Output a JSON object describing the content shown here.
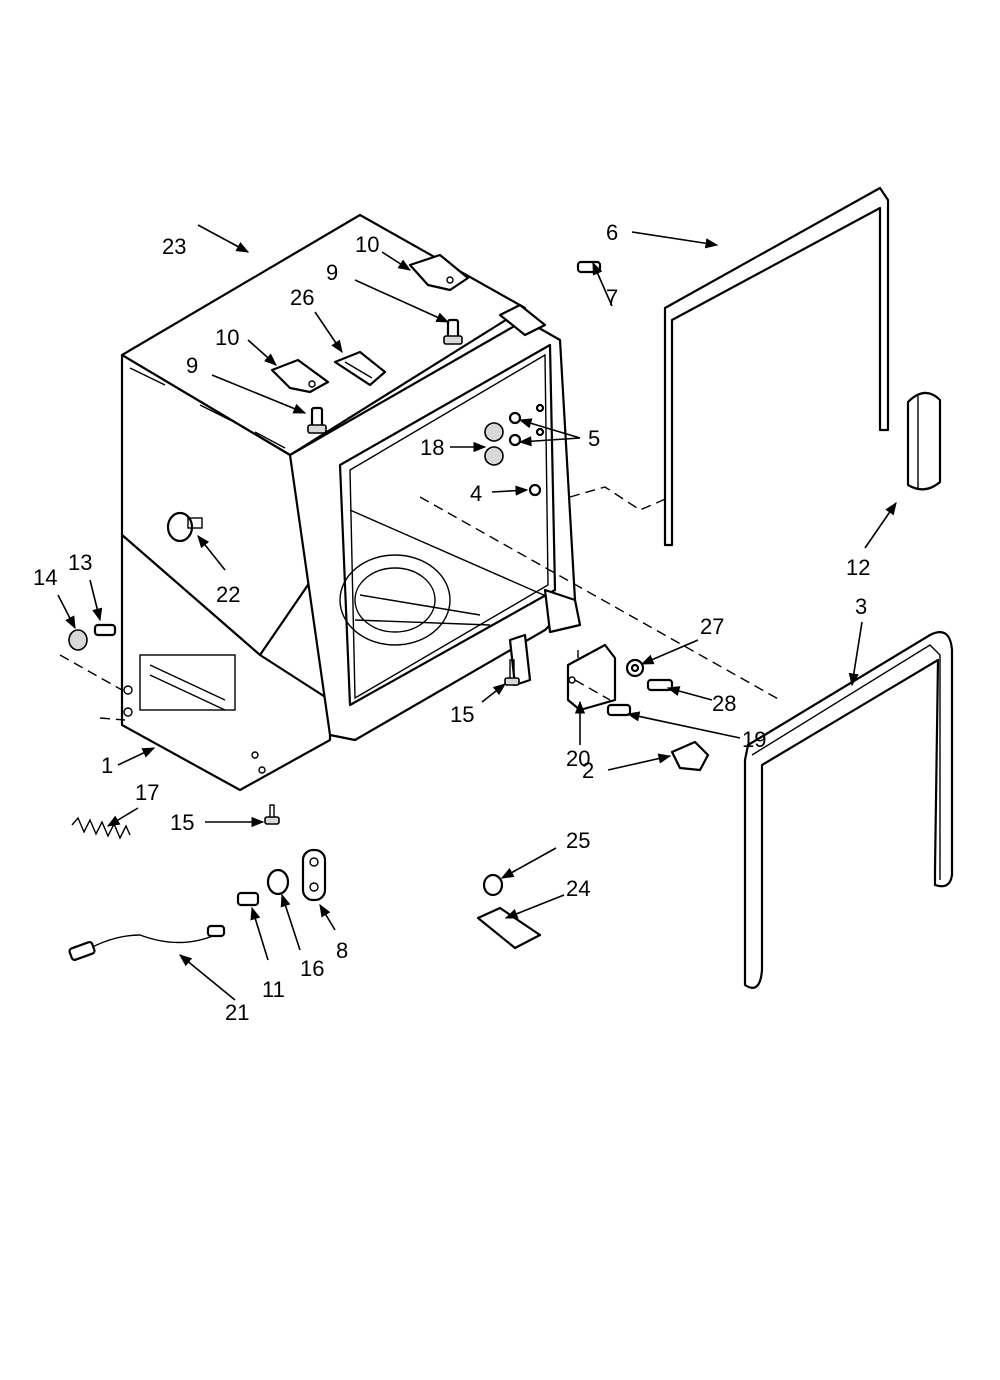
{
  "callouts": [
    {
      "id": "c23",
      "text": "23"
    },
    {
      "id": "c10a",
      "text": "10"
    },
    {
      "id": "c9a",
      "text": "9"
    },
    {
      "id": "c26",
      "text": "26"
    },
    {
      "id": "c10b",
      "text": "10"
    },
    {
      "id": "c9b",
      "text": "9"
    },
    {
      "id": "c6",
      "text": "6"
    },
    {
      "id": "c7",
      "text": "7"
    },
    {
      "id": "c5",
      "text": "5"
    },
    {
      "id": "c18",
      "text": "18"
    },
    {
      "id": "c4",
      "text": "4"
    },
    {
      "id": "c12",
      "text": "12"
    },
    {
      "id": "c3",
      "text": "3"
    },
    {
      "id": "c22",
      "text": "22"
    },
    {
      "id": "c14",
      "text": "14"
    },
    {
      "id": "c13",
      "text": "13"
    },
    {
      "id": "c27",
      "text": "27"
    },
    {
      "id": "c28",
      "text": "28"
    },
    {
      "id": "c19",
      "text": "19"
    },
    {
      "id": "c20",
      "text": "20"
    },
    {
      "id": "c15a",
      "text": "15"
    },
    {
      "id": "c1",
      "text": "1"
    },
    {
      "id": "c2",
      "text": "2"
    },
    {
      "id": "c17",
      "text": "17"
    },
    {
      "id": "c15b",
      "text": "15"
    },
    {
      "id": "c25",
      "text": "25"
    },
    {
      "id": "c24",
      "text": "24"
    },
    {
      "id": "c8",
      "text": "8"
    },
    {
      "id": "c16",
      "text": "16"
    },
    {
      "id": "c11",
      "text": "11"
    },
    {
      "id": "c21",
      "text": "21"
    }
  ],
  "colors": {
    "ink": "#000000",
    "background": "#ffffff"
  }
}
